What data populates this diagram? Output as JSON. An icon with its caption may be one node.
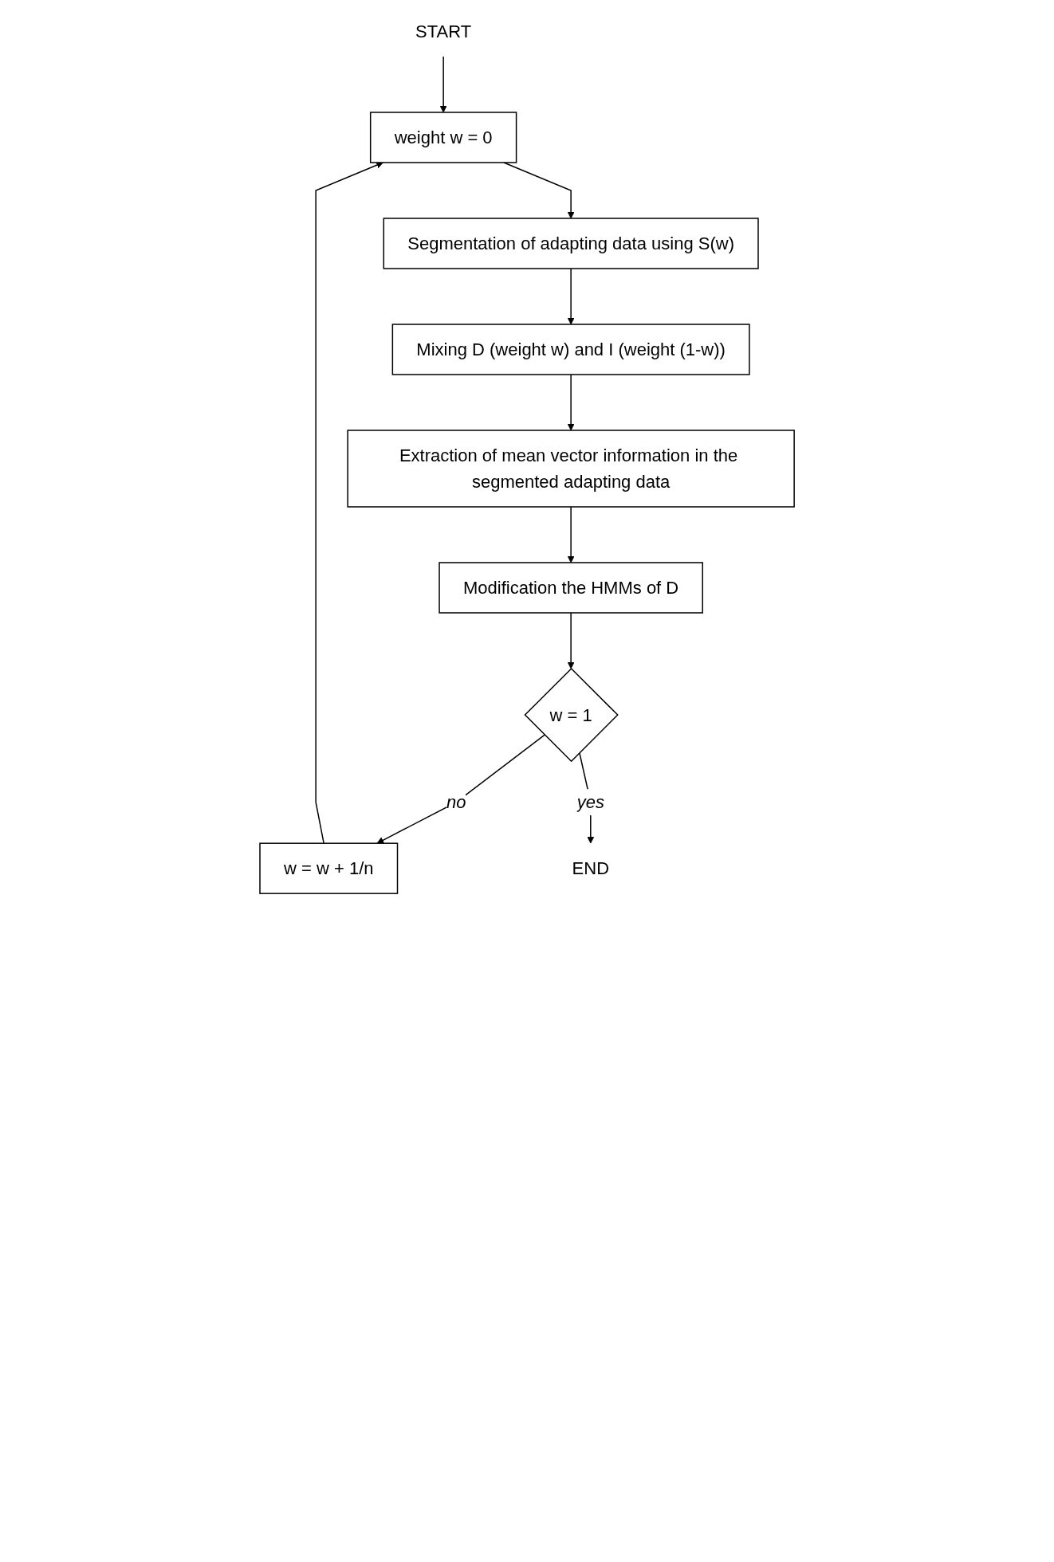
{
  "diagram": {
    "nodes": [
      {
        "text": [
          "START"
        ]
      },
      {
        "text": [
          "weight w = 0"
        ]
      },
      {
        "text": [
          "Segmentation of adapting data using S(w)"
        ]
      },
      {
        "text": [
          "Mixing D (weight w) and I (weight (1-w))"
        ]
      },
      {
        "text": [
          "Extraction of mean vector information in the segmented adapting data"
        ]
      },
      {
        "text": [
          "Modification the HMMs of D"
        ]
      },
      {
        "text": [
          "w = 1"
        ]
      },
      {
        "text": [
          "w = w + 1/n"
        ]
      },
      {
        "text": [
          "END"
        ]
      }
    ],
    "edges": [
      {
        "from": 0,
        "to": 1,
        "arrow": "to"
      },
      {
        "from": 1,
        "to": 2,
        "arrow": "to"
      },
      {
        "from": 2,
        "to": 3,
        "arrow": "to"
      },
      {
        "from": 3,
        "to": 4,
        "arrow": "to"
      },
      {
        "from": 4,
        "to": 5,
        "arrow": "to"
      },
      {
        "from": 5,
        "to": 6,
        "arrow": "to"
      },
      {
        "from": 6,
        "to": 7,
        "label": "no",
        "arrow": "to"
      },
      {
        "from": 6,
        "to": 8,
        "label": "yes",
        "arrow": "to"
      },
      {
        "from": 7,
        "to": 1,
        "arrow": "to"
      }
    ]
  }
}
